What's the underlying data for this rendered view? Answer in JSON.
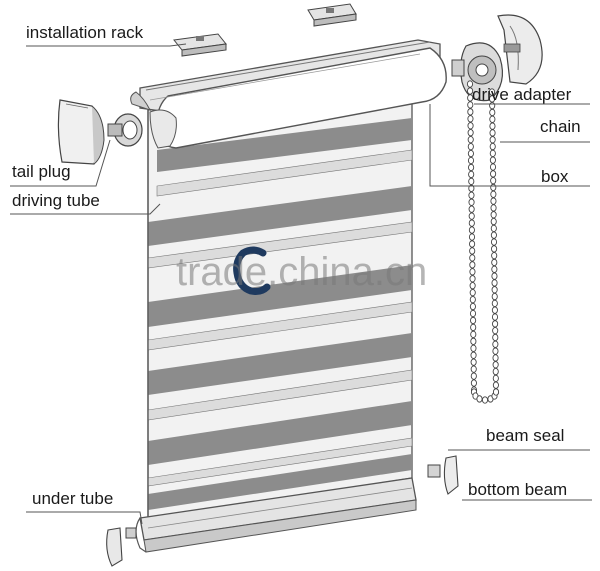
{
  "labels": {
    "installation_rack": "installation rack",
    "drive_adapter": "drive adapter",
    "chain": "chain",
    "box": "box",
    "tail_plug": "tail plug",
    "driving_tube": "driving tube",
    "beam_seal": "beam seal",
    "bottom_beam": "bottom beam",
    "under_tube": "under tube"
  },
  "watermark": {
    "text": "trade.china.cn"
  },
  "colors": {
    "line": "#444444",
    "stripe_dark": "#8c8c8c",
    "stripe_light": "#ececec",
    "frame": "#bdbdbd",
    "watermark_logo": "#1f3a5f"
  }
}
